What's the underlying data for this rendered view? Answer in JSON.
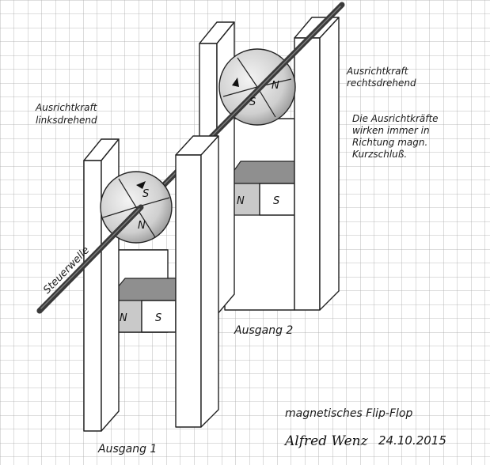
{
  "labels": {
    "left_force": [
      "Ausrichtkraft",
      "linksdrehend"
    ],
    "right_force": [
      "Ausrichtkraft",
      "rechtsdrehend"
    ],
    "note": [
      "Die Ausrichtkräfte",
      "wirken immer in",
      "Richtung magn.",
      "Kurzschluß."
    ],
    "shaft": "Steuerwelle",
    "output_1": "Ausgang 1",
    "output_2": "Ausgang 2",
    "title": "magnetisches Flip-Flop",
    "signature": "Alfred Wenz",
    "date": "24.10.2015"
  },
  "poles": {
    "north": "N",
    "south": "S"
  },
  "colors": {
    "grid": "#a9a9a9",
    "ink": "#222222",
    "shade_dark": "#9a9a9a",
    "shade_light": "#cfcfcf",
    "shaft": "#3a3a3a"
  }
}
